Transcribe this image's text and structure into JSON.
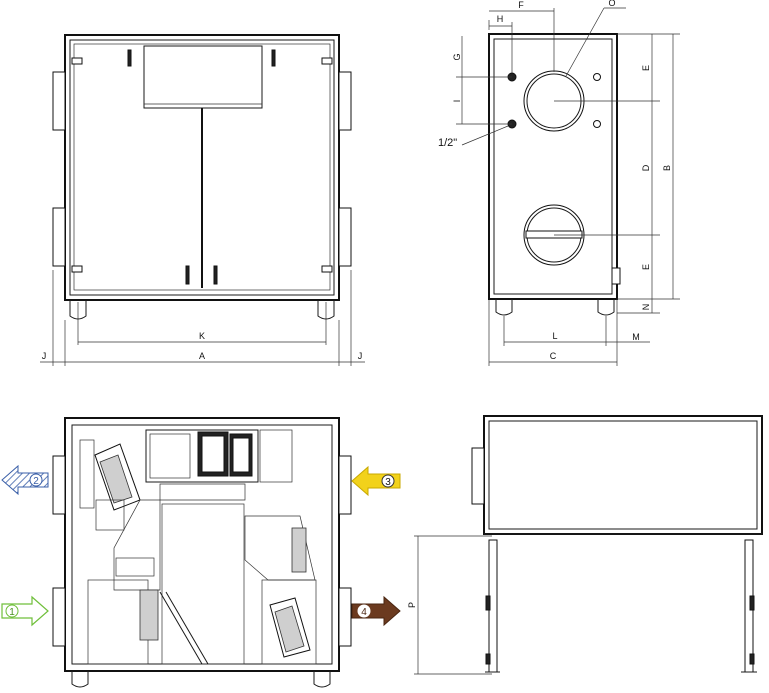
{
  "dimensions": {
    "front": {
      "K": "K",
      "A": "A",
      "J_left": "J",
      "J_right": "J"
    },
    "side": {
      "H": "H",
      "F": "F",
      "O": "O",
      "G": "G",
      "I": "I",
      "pipe": "1/2\"",
      "E_top": "E",
      "E_bottom": "E",
      "D": "D",
      "B": "B",
      "N": "N",
      "L": "L",
      "M": "M",
      "C": "C"
    },
    "stand": {
      "P": "P"
    }
  },
  "flows": [
    {
      "num": "1",
      "color": "#6fbf3a"
    },
    {
      "num": "2",
      "color": "#3a5fa8"
    },
    {
      "num": "3",
      "color": "#f2d21b"
    },
    {
      "num": "4",
      "color": "#6b3a1f"
    }
  ]
}
